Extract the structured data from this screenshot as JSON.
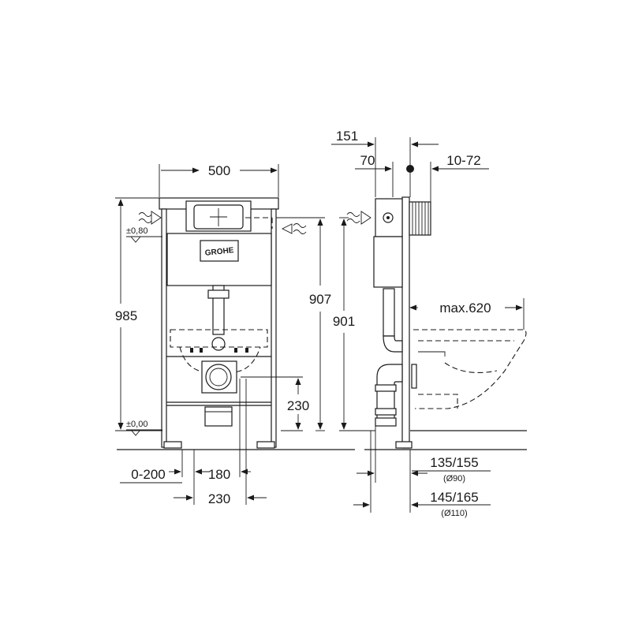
{
  "brand": {
    "logo_text": "GROHE"
  },
  "front_view": {
    "width_label": "500",
    "height_label": "985",
    "inlet_height_label": "907",
    "level_top_label": "±0,80",
    "level_floor_label": "±0,00",
    "drain_height_label": "230",
    "offset_label": "0-200",
    "spacing_label": "180",
    "bottom_width_label": "230"
  },
  "side_view": {
    "depth_label": "151",
    "inlet_offset_label": "70",
    "wall_range_label": "10-72",
    "height_label": "901",
    "max_label": "max.620",
    "pipe_small_label": "135/155",
    "pipe_small_diameter": "(Ø90)",
    "pipe_large_label": "145/165",
    "pipe_large_diameter": "(Ø110)"
  }
}
